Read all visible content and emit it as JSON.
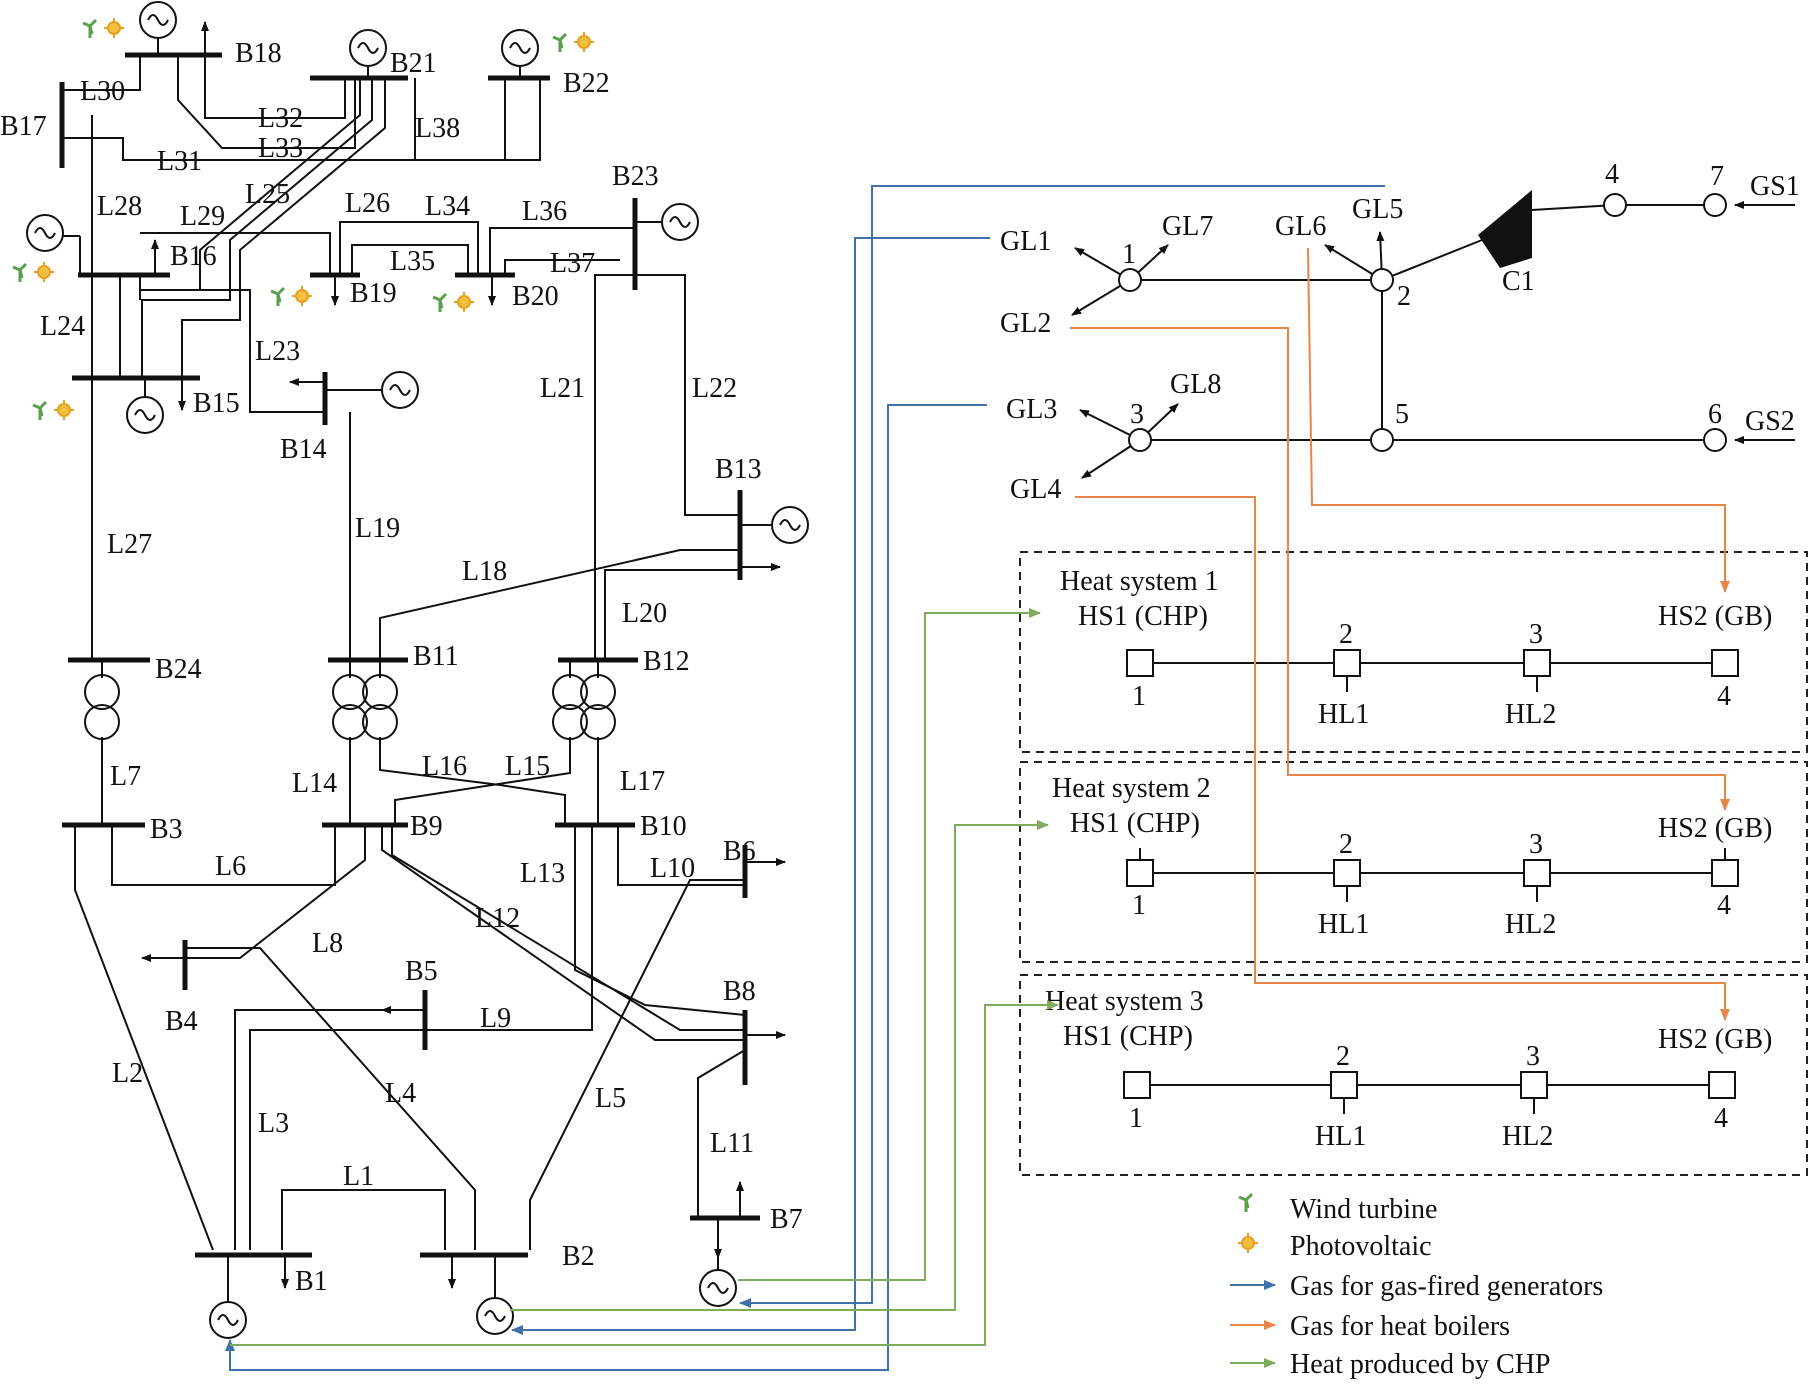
{
  "power": {
    "buses": [
      "B1",
      "B2",
      "B3",
      "B4",
      "B5",
      "B6",
      "B7",
      "B8",
      "B9",
      "B10",
      "B11",
      "B12",
      "B13",
      "B14",
      "B15",
      "B16",
      "B17",
      "B18",
      "B19",
      "B20",
      "B21",
      "B22",
      "B23",
      "B24"
    ],
    "lines": [
      "L1",
      "L2",
      "L3",
      "L4",
      "L5",
      "L6",
      "L7",
      "L8",
      "L9",
      "L10",
      "L11",
      "L12",
      "L13",
      "L14",
      "L15",
      "L16",
      "L17",
      "L18",
      "L19",
      "L20",
      "L21",
      "L22",
      "L23",
      "L24",
      "L25",
      "L26",
      "L27",
      "L28",
      "L29",
      "L30",
      "L31",
      "L32",
      "L33",
      "L34",
      "L35",
      "L36",
      "L37",
      "L38"
    ]
  },
  "gas": {
    "nodes": [
      "1",
      "2",
      "3",
      "4",
      "5",
      "6",
      "7"
    ],
    "loads": [
      "GL1",
      "GL2",
      "GL3",
      "GL4",
      "GL5",
      "GL6",
      "GL7",
      "GL8"
    ],
    "sources": [
      "GS1",
      "GS2"
    ],
    "compressor": "C1"
  },
  "heat": {
    "systems": [
      {
        "title": "Heat system 1",
        "chp": "HS1 (CHP)",
        "gb": "HS2 (GB)",
        "nodes": [
          "1",
          "2",
          "3",
          "4"
        ],
        "loads": [
          "HL1",
          "HL2"
        ]
      },
      {
        "title": "Heat system 2",
        "chp": "HS1 (CHP)",
        "gb": "HS2 (GB)",
        "nodes": [
          "1",
          "2",
          "3",
          "4"
        ],
        "loads": [
          "HL1",
          "HL2"
        ]
      },
      {
        "title": "Heat system 3",
        "chp": "HS1 (CHP)",
        "gb": "HS2 (GB)",
        "nodes": [
          "1",
          "2",
          "3",
          "4"
        ],
        "loads": [
          "HL1",
          "HL2"
        ]
      }
    ]
  },
  "legend": {
    "wind": "Wind turbine",
    "pv": "Photovoltaic",
    "gas_gen": "Gas for gas-fired generators",
    "gas_boiler": "Gas for heat boilers",
    "heat_chp": "Heat produced by CHP"
  },
  "colors": {
    "gas_gen": "#3f72a8",
    "gas_boiler": "#e8864a",
    "heat_chp": "#7fac5a",
    "wind": "#5aa04a",
    "pv": "#e8a020"
  }
}
